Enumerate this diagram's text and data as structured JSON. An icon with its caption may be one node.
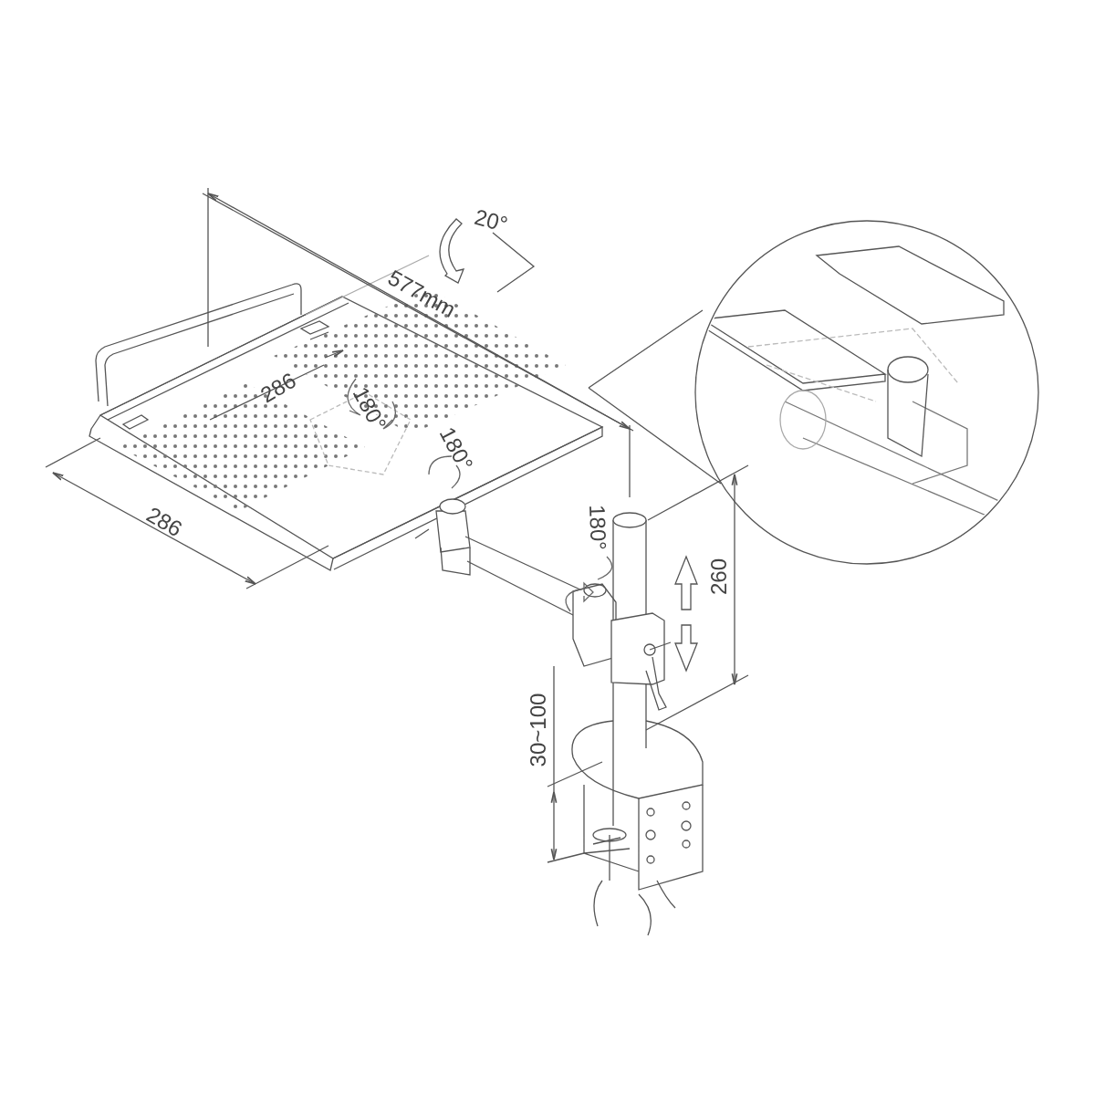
{
  "diagram": {
    "labels": [
      "20°",
      "577mm",
      "286",
      "180°",
      "180°",
      "286",
      "180°",
      "260",
      "30~100"
    ]
  }
}
